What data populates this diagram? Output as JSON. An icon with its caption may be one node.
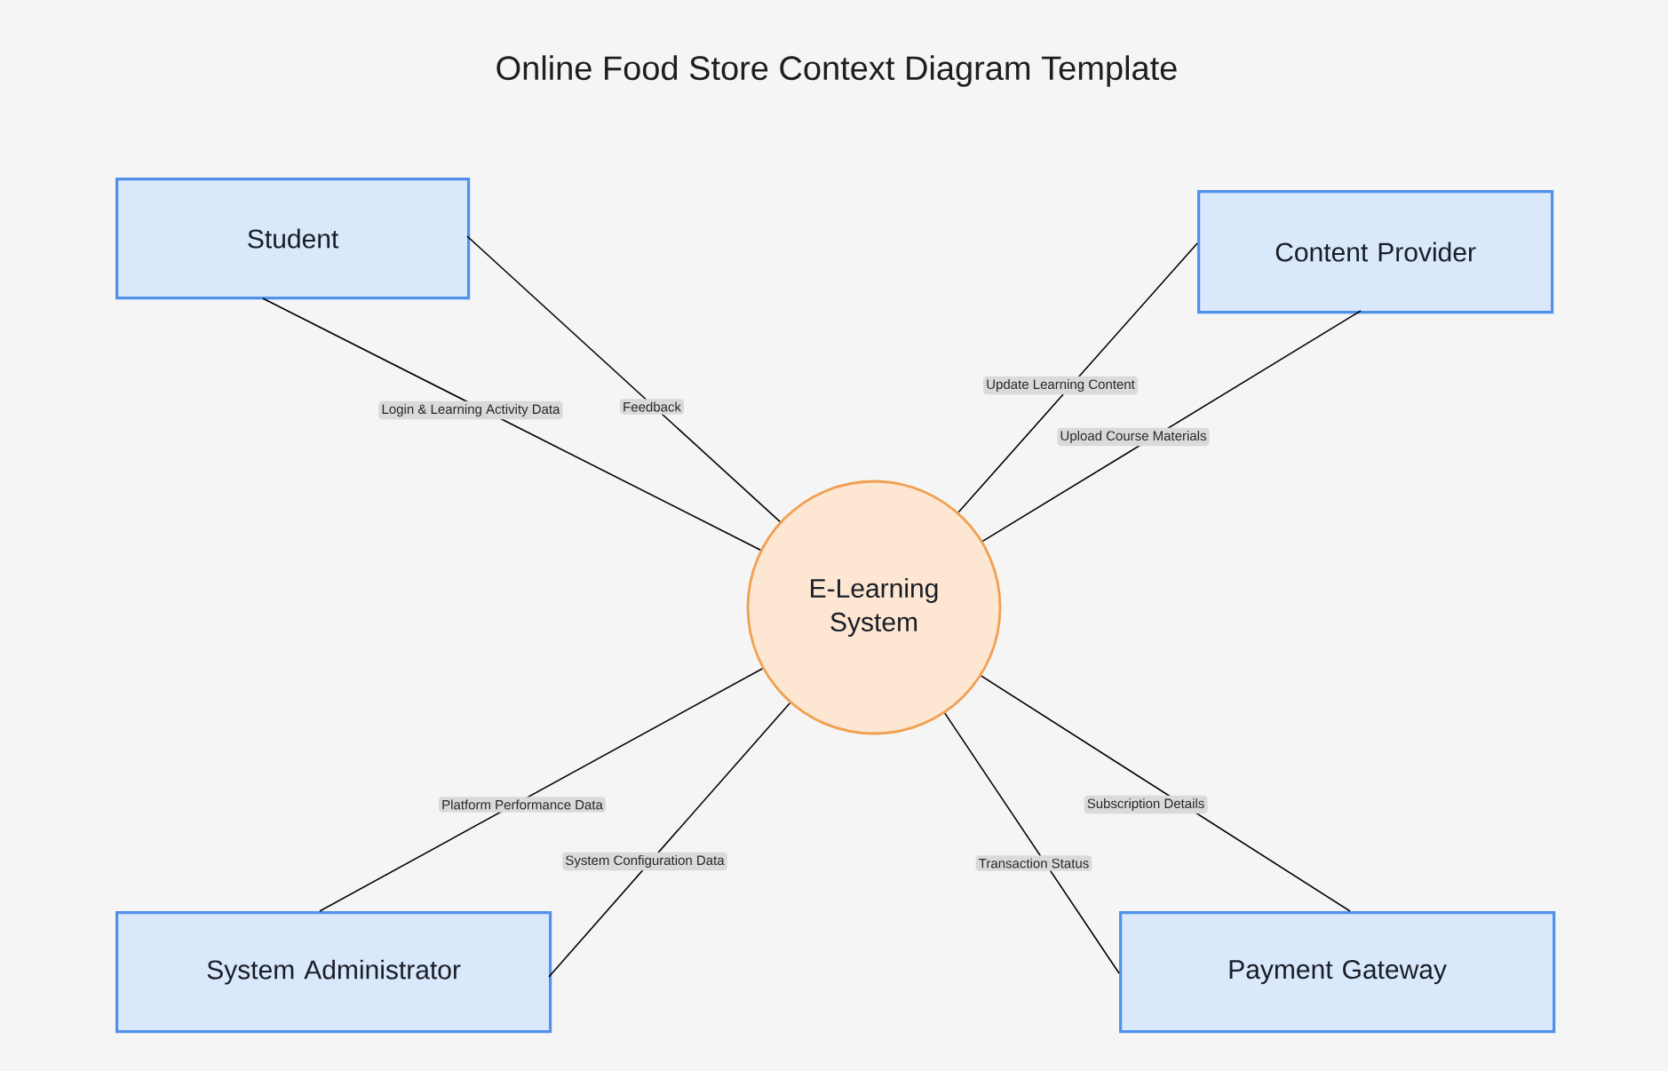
{
  "diagram": {
    "title": "Online Food Store Context Diagram Template",
    "nodes": [
      {
        "text": [
          "Student"
        ]
      },
      {
        "text": [
          "Content Provider"
        ]
      },
      {
        "text": [
          "E-Learning System"
        ]
      },
      {
        "text": [
          "System Administrator"
        ]
      },
      {
        "text": [
          "Payment Gateway"
        ]
      }
    ],
    "edges": [
      {
        "from": 0,
        "to": 2,
        "arrow": "none",
        "label": "Login & Learning Activity Data"
      },
      {
        "from": 0,
        "to": 2,
        "arrow": "none",
        "label": "Feedback"
      },
      {
        "from": 1,
        "to": 2,
        "arrow": "none",
        "label": "Update Learning Content"
      },
      {
        "from": 1,
        "to": 2,
        "arrow": "none",
        "label": "Upload Course Materials"
      },
      {
        "from": 3,
        "to": 2,
        "arrow": "none",
        "label": "Platform Performance Data"
      },
      {
        "from": 3,
        "to": 2,
        "arrow": "none",
        "label": "System Configuration Data"
      },
      {
        "from": 4,
        "to": 2,
        "arrow": "none",
        "label": "Subscription Details"
      },
      {
        "from": 4,
        "to": 2,
        "arrow": "none",
        "label": "Transaction Status"
      }
    ]
  }
}
